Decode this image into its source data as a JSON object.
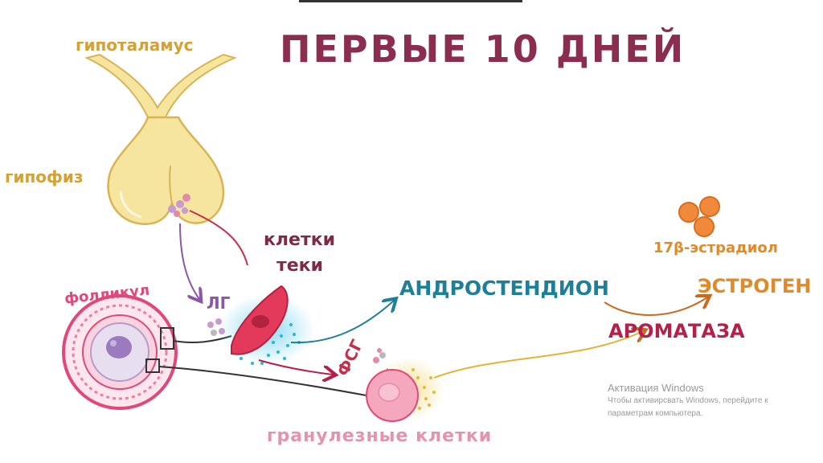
{
  "title": "ПЕРВЫЕ 10 ДНЕЙ",
  "labels": {
    "hypothalamus": "гипоталамус",
    "pituitary": "гипофиз",
    "follicle": "фолликул",
    "lh": "ЛГ",
    "theca_line1": "клетки",
    "theca_line2": "теки",
    "androstenedione": "АНДРОСТЕНДИОН",
    "fsh": "ФСГ",
    "granulosa": "гранулезные клетки",
    "estradiol": "17β-эстрадиол",
    "estrogen": "ЭСТРОГЕН",
    "aromatase": "АРОМАТАЗА"
  },
  "watermark": {
    "line1": "Активация Windows",
    "line2": "Чтобы активирсвать Windows, перейдите к",
    "line3": "параметрам компьютера."
  },
  "colors": {
    "title": "#8b2d4e",
    "gland": "#f6e59f",
    "gland_outline": "#d9b454",
    "follicle": "#e0487a",
    "theca": "#e33a5c",
    "theca_dots": "#29b6d8",
    "androstenedione": "#1e7f99",
    "granulosa": "#f5a8bd",
    "granulosa_dots": "#f2c94c",
    "lh": "#8e56a6",
    "estrogen": "#e08a2a",
    "aromatase": "#b5204a"
  }
}
